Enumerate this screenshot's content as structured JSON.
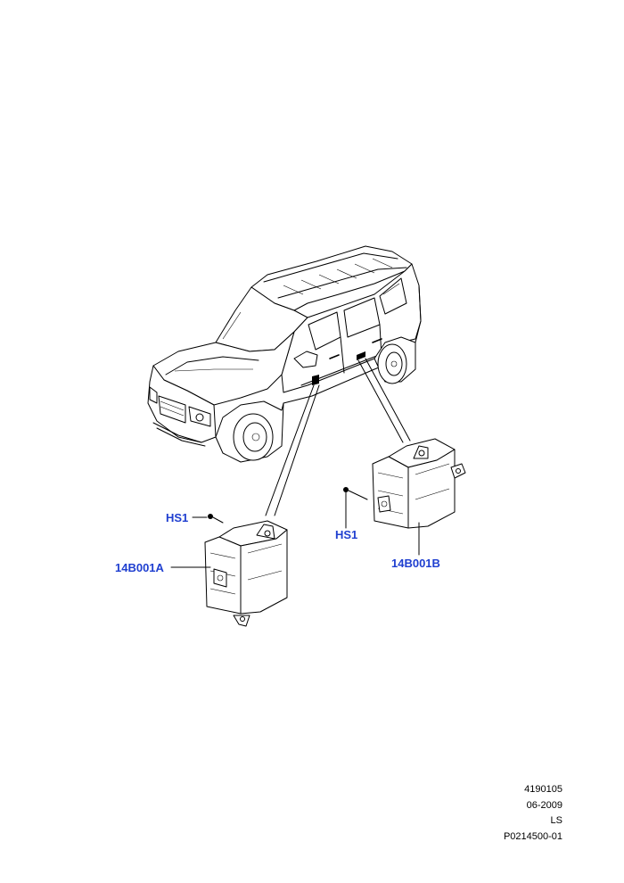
{
  "callouts": {
    "hs1_left": "HS1",
    "module_a": "14B001A",
    "hs1_right": "HS1",
    "module_b": "14B001B"
  },
  "footer": {
    "code": "4190105",
    "date": "06-2009",
    "tag": "LS",
    "illustration_id": "P0214500-01"
  },
  "colors": {
    "callout": "#1f3fd0",
    "linework": "#000000"
  }
}
